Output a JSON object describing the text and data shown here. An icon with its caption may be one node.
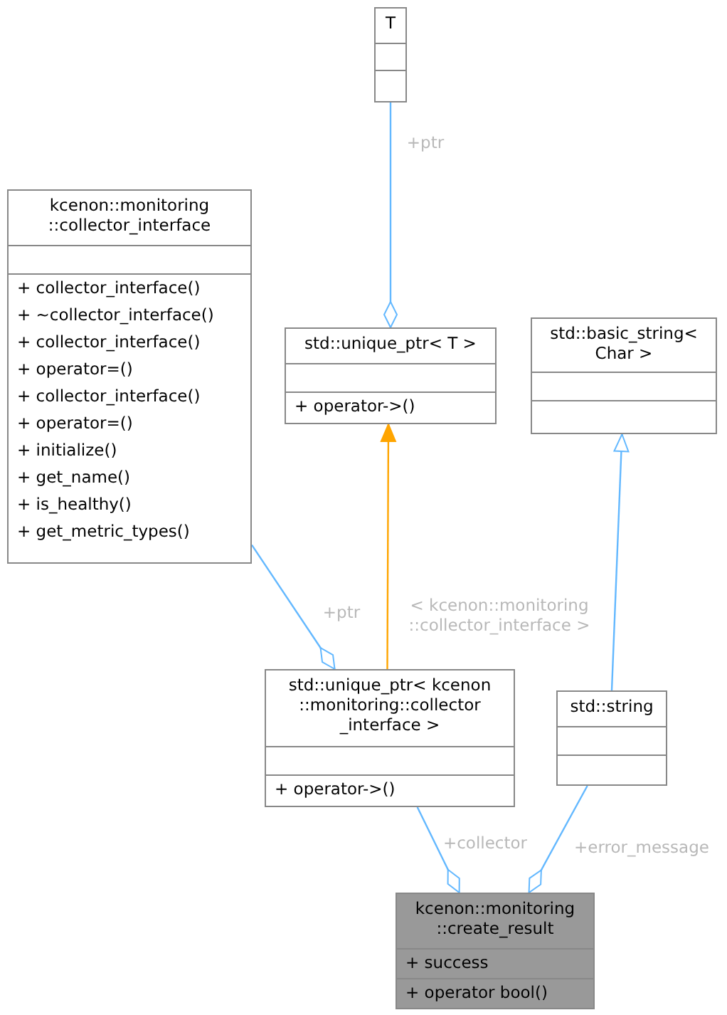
{
  "diagram": {
    "nodes": [
      {
        "text": [
          "T"
        ]
      },
      {
        "text": [
          "kcenon::monitoring ::collector_interface",
          "+ collector_interface()",
          "+ ~collector_interface()",
          "+ collector_interface()",
          "+ operator=()",
          "+ collector_interface()",
          "+ operator=()",
          "+ initialize()",
          "+ get_name()",
          "+ is_healthy()",
          "+ get_metric_types()"
        ]
      },
      {
        "text": [
          "std::unique_ptr< T >",
          "+ operator->()"
        ]
      },
      {
        "text": [
          "std::basic_string< Char >"
        ]
      },
      {
        "text": [
          "std::unique_ptr< kcenon ::monitoring::collector _interface >",
          "+ operator->()"
        ]
      },
      {
        "text": [
          "std::string"
        ]
      },
      {
        "text": [
          "kcenon::monitoring ::create_result",
          "+ success",
          "+ operator bool()"
        ]
      }
    ],
    "edges": [
      {
        "from": 0,
        "to": 2,
        "arrow": "other",
        "label": "+ptr"
      },
      {
        "from": 1,
        "to": 4,
        "arrow": "other",
        "label": "+ptr"
      },
      {
        "from": 4,
        "to": 2,
        "arrow": "to",
        "label": "< kcenon::monitoring ::collector_interface >",
        "color": "#ffa500"
      },
      {
        "from": 5,
        "to": 3,
        "arrow": "to"
      },
      {
        "from": 4,
        "to": 6,
        "arrow": "other",
        "label": "+collector"
      },
      {
        "from": 5,
        "to": 6,
        "arrow": "other",
        "label": "+error_message"
      }
    ]
  }
}
